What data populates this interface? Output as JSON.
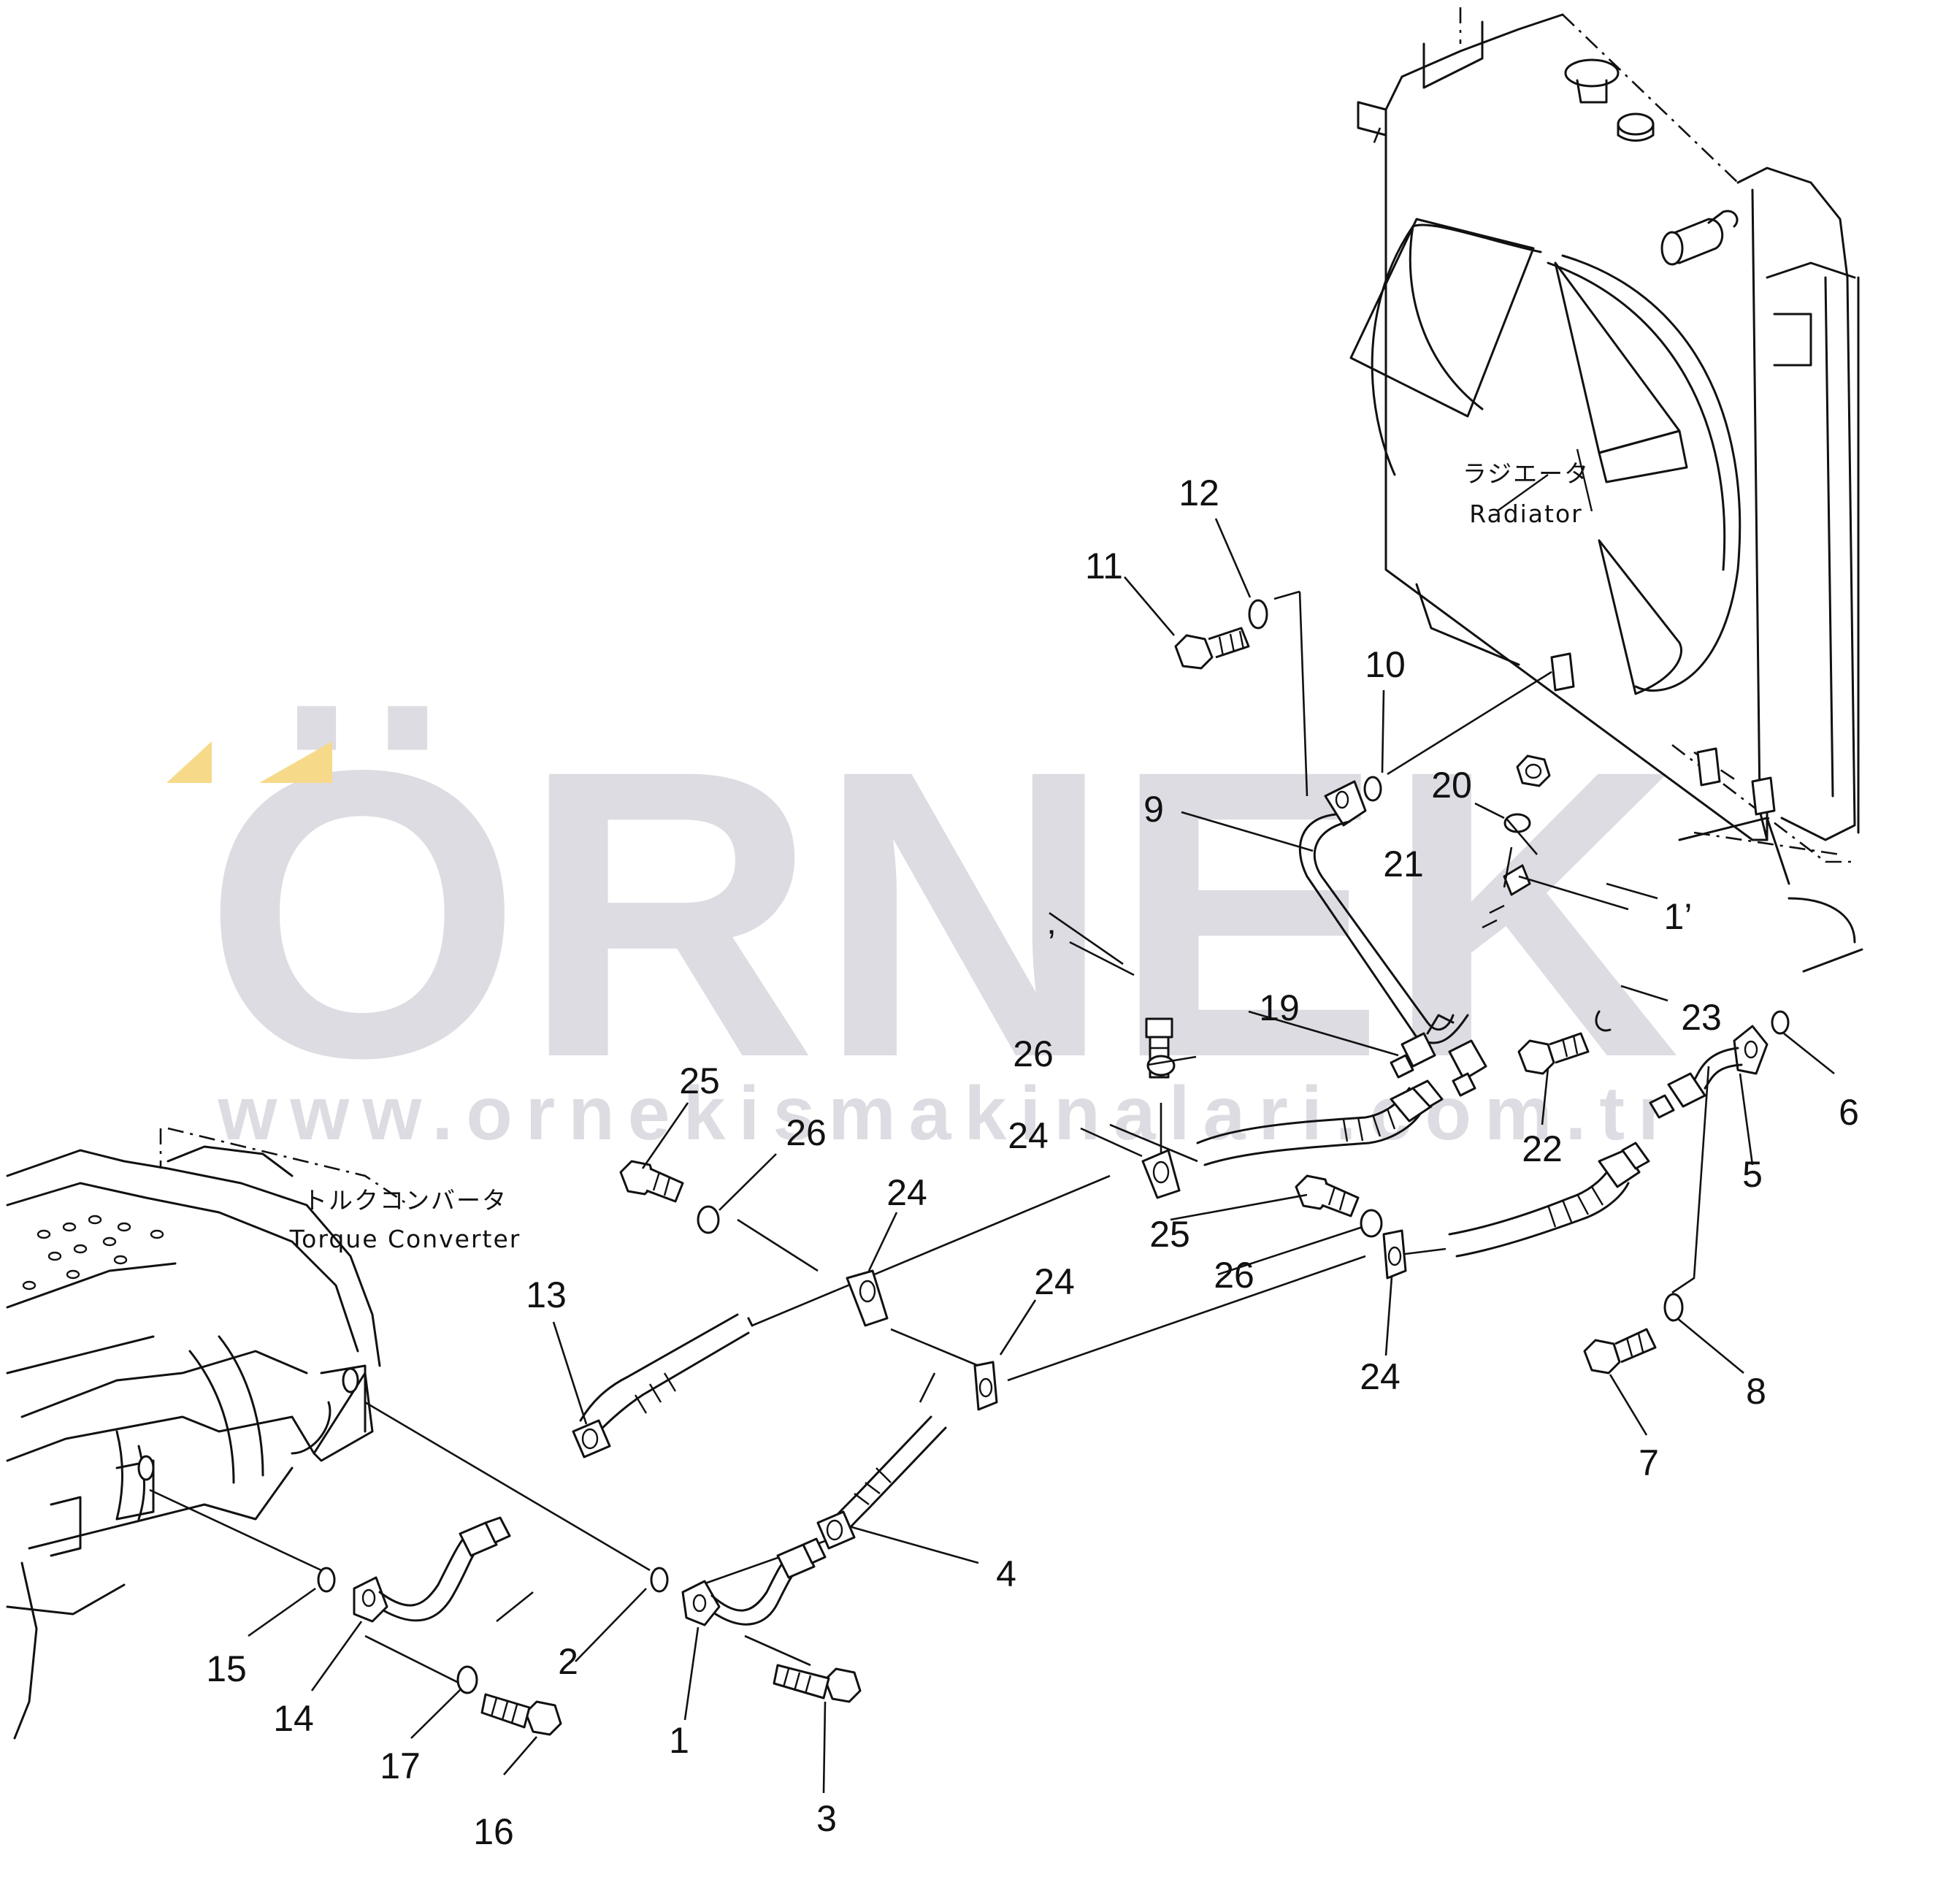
{
  "labels": {
    "radiator_jp": "ラジエータ",
    "radiator_en": "Radiator",
    "torque_jp": "トルクコンバータ",
    "torque_en": "Torque Converter"
  },
  "watermark": {
    "brand": "ÖRNEK",
    "url": "www.ornekismakinalari.com.tr",
    "color": "#dcdce2",
    "accent": "#f7d98a"
  },
  "callouts": {
    "c1": "1",
    "c2": "2",
    "c3": "3",
    "c4": "4",
    "c5": "5",
    "c6": "6",
    "c7": "7",
    "c8": "8",
    "c9": "9",
    "c10": "10",
    "c11": "11",
    "c12": "12",
    "c13": "13",
    "c14": "14",
    "c15": "15",
    "c16": "16",
    "c17": "17",
    "c18_partial": "1’",
    "c19": "19",
    "c20": "20",
    "c21": "21",
    "c22": "22",
    "c23": "23",
    "c24": "24",
    "c25": "25",
    "c26": "26",
    "c_partial_left": "’"
  }
}
